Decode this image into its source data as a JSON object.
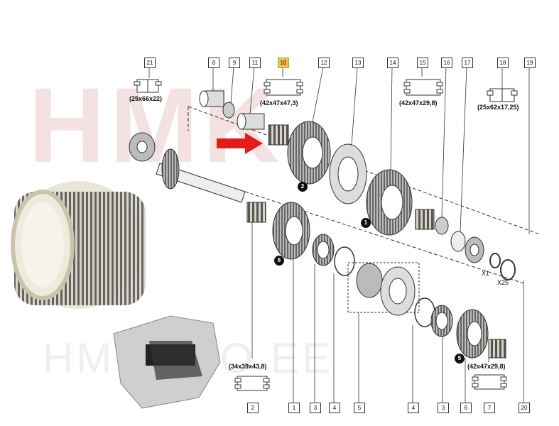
{
  "watermark": {
    "main": "HMK",
    "secondary": "HM AUTO EE"
  },
  "part_labels": {
    "l21": "21",
    "l8": "8",
    "l9": "9",
    "l11": "11",
    "l10": "10",
    "l12": "12",
    "l13": "13",
    "l14": "14",
    "l15": "15",
    "l16": "16",
    "l17": "17",
    "l18": "18",
    "l19": "19",
    "l2": "2",
    "l1": "1",
    "l3a": "3",
    "l4a": "4",
    "l5": "5",
    "l4b": "4",
    "l3b": "3",
    "l6": "6",
    "l7": "7",
    "l20": "20"
  },
  "dimensions": {
    "d21": "(25x66x22)",
    "d10": "(42x47x47,3)",
    "d15": "(42x47x29,8)",
    "d18": "(25x62x17,25)",
    "d2": "(34x39x43,8)",
    "d7": "(42x47x29,8)"
  },
  "gear_badges": {
    "b2": "2",
    "b1": "1",
    "b6": "6",
    "b5": "5"
  },
  "notes": {
    "x1": "X1",
    "x25": "X25"
  },
  "colors": {
    "highlight": "#f6c34a",
    "arrow": "#e31b1b"
  }
}
